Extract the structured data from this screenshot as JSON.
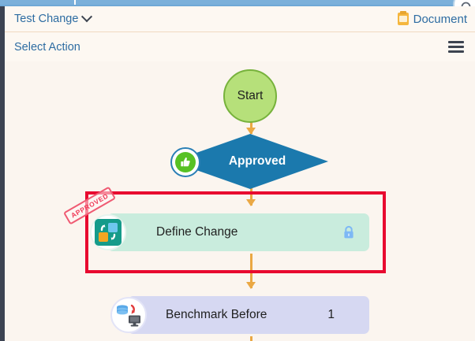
{
  "window": {
    "background_color": "#fbf5ef",
    "tab_strip_color": "#7bb0da",
    "rail_color": "#3c4352"
  },
  "header": {
    "breadcrumb_label": "Test Change",
    "breadcrumb_icon": "chevron-down-icon",
    "document_label": "Document",
    "document_icon": "document-icon",
    "search_icon": "search-icon"
  },
  "action_bar": {
    "select_action_label": "Select Action",
    "menu_icon": "hamburger-menu-icon"
  },
  "flow": {
    "highlight_color": "#e8092f",
    "connector_color": "#eaa844",
    "nodes": [
      {
        "id": "start",
        "type": "start",
        "label": "Start",
        "fill": "#b6e07a",
        "border": "#77b23c"
      },
      {
        "id": "approved",
        "type": "decision",
        "label": "Approved",
        "fill": "#1b79ad",
        "badge_icon": "thumbs-up-icon",
        "badge_color": "#57c124"
      },
      {
        "id": "define-change",
        "type": "task",
        "label": "Define Change",
        "fill": "#c9ecdd",
        "icon": "swap-change-icon",
        "stamp_label": "APPROVED",
        "stamp_color": "#ef3a58",
        "lock_icon": "lock-icon",
        "lock_color": "#7db8f5",
        "highlighted": true,
        "count": ""
      },
      {
        "id": "benchmark-before",
        "type": "task",
        "label": "Benchmark Before",
        "fill": "#d6d8f2",
        "icon": "database-monitor-icon",
        "count": "1"
      }
    ]
  }
}
